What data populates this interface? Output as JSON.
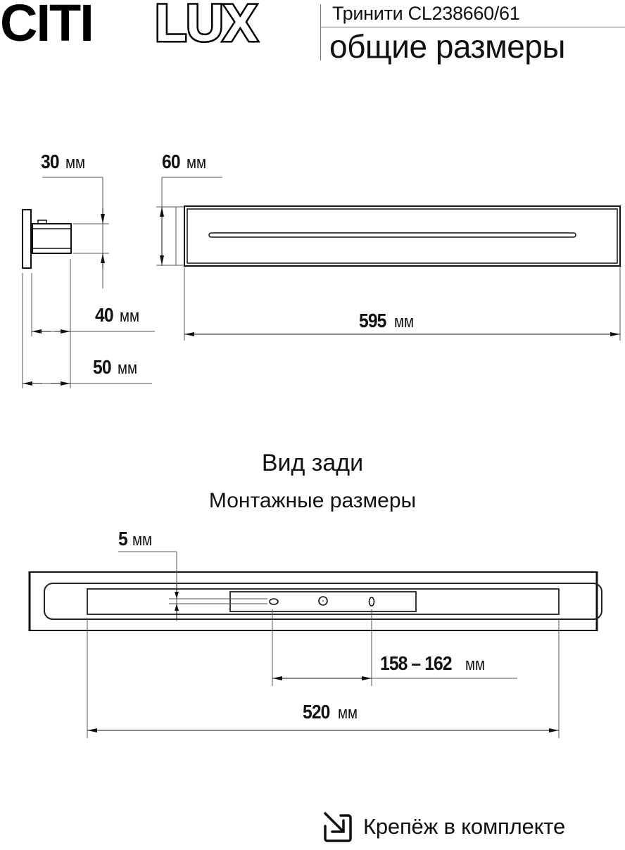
{
  "brand": {
    "logo_solid": "CITI",
    "logo_outline": "LUX"
  },
  "header": {
    "model": "Тринити CL238660/61",
    "subtitle": "общие размеры"
  },
  "side_view": {
    "dims": {
      "height_label": {
        "value": "30",
        "unit": "мм"
      },
      "depth_inner": {
        "value": "40",
        "unit": "мм"
      },
      "depth_total": {
        "value": "50",
        "unit": "мм"
      }
    }
  },
  "front_view": {
    "dims": {
      "height": {
        "value": "60",
        "unit": "мм"
      },
      "width": {
        "value": "595",
        "unit": "мм"
      }
    }
  },
  "rear_view": {
    "title": "Вид зади",
    "subtitle": "Монтажные размеры",
    "dims": {
      "slot_offset": {
        "value": "5",
        "unit": "мм"
      },
      "hole_spacing": {
        "value": "158 – 162",
        "unit": "мм"
      },
      "mount_width": {
        "value": "520",
        "unit": "мм"
      }
    }
  },
  "footer": {
    "icon": "arrow-down-right-into-box-icon",
    "text": "Крепёж в комплекте"
  },
  "colors": {
    "ink": "#111111",
    "line": "#222222",
    "thin_line": "#555555",
    "background": "#ffffff"
  }
}
